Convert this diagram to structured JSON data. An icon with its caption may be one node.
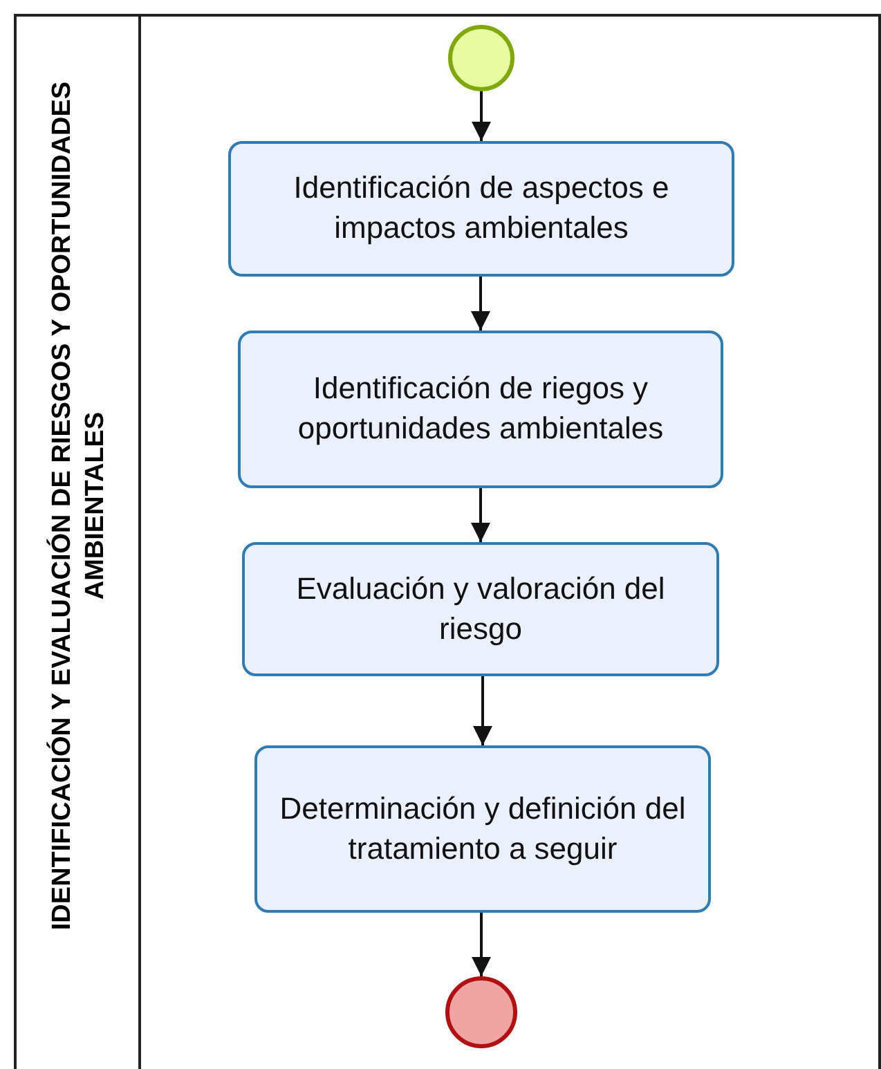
{
  "diagram": {
    "nodes": [
      {
        "text": [
          "IDENTIFICACIÓN Y EVALUACIÓN DE RIESGOS Y OPORTUNIDADES AMBIENTALES"
        ]
      },
      {
        "text": [],
        "shape": "circle",
        "in": 0
      },
      {
        "text": [
          "Identificación de aspectos e impactos ambientales"
        ],
        "in": 0
      },
      {
        "text": [
          "Identificación de riegos y oportunidades ambientales"
        ],
        "in": 0
      },
      {
        "text": [
          "Evaluación y valoración del riesgo"
        ],
        "in": 0
      },
      {
        "text": [
          "Determinación y definición del tratamiento a seguir"
        ],
        "in": 0
      },
      {
        "text": [],
        "shape": "circle",
        "in": 0
      }
    ],
    "edges": [
      {
        "from": 1,
        "to": 2,
        "arrow": "to"
      },
      {
        "from": 2,
        "to": 3,
        "arrow": "to"
      },
      {
        "from": 3,
        "to": 4,
        "arrow": "to"
      },
      {
        "from": 4,
        "to": 5,
        "arrow": "to"
      },
      {
        "from": 5,
        "to": 6,
        "arrow": "to"
      }
    ]
  }
}
